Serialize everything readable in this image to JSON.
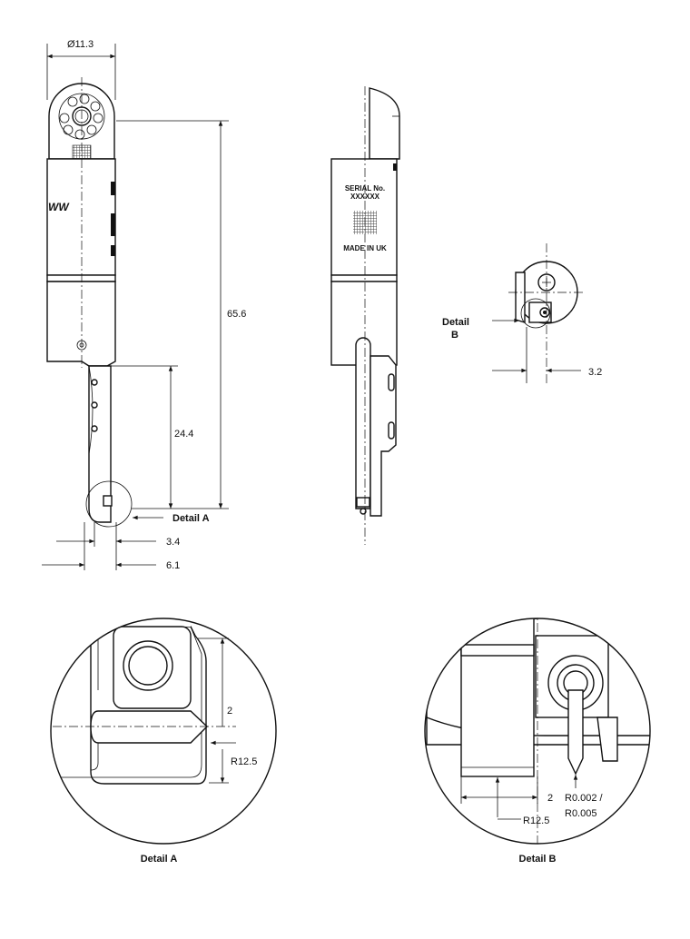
{
  "title": "Probe technical drawing",
  "front_view": {
    "diameter_label": "Ø11.3",
    "length_label": "65.6",
    "shaft_length_label": "24.4",
    "detail_a_callout": "Detail A",
    "offset_label_1": "3.4",
    "offset_label_2": "6.1",
    "logo_text": "WW"
  },
  "side_view": {
    "serial_label": "SERIAL No.",
    "serial_value": "XXXXXX",
    "origin_label": "MADE IN UK"
  },
  "end_view": {
    "detail_b_callout_line1": "Detail",
    "detail_b_callout_line2": "B",
    "offset_label": "3.2"
  },
  "detail_a": {
    "caption": "Detail A",
    "height_label": "2",
    "radius_label": "R12.5"
  },
  "detail_b": {
    "caption": "Detail B",
    "width_label": "2",
    "radius_label": "R12.5",
    "tip_radius_line1": "R0.002 /",
    "tip_radius_line2": "R0.005"
  }
}
